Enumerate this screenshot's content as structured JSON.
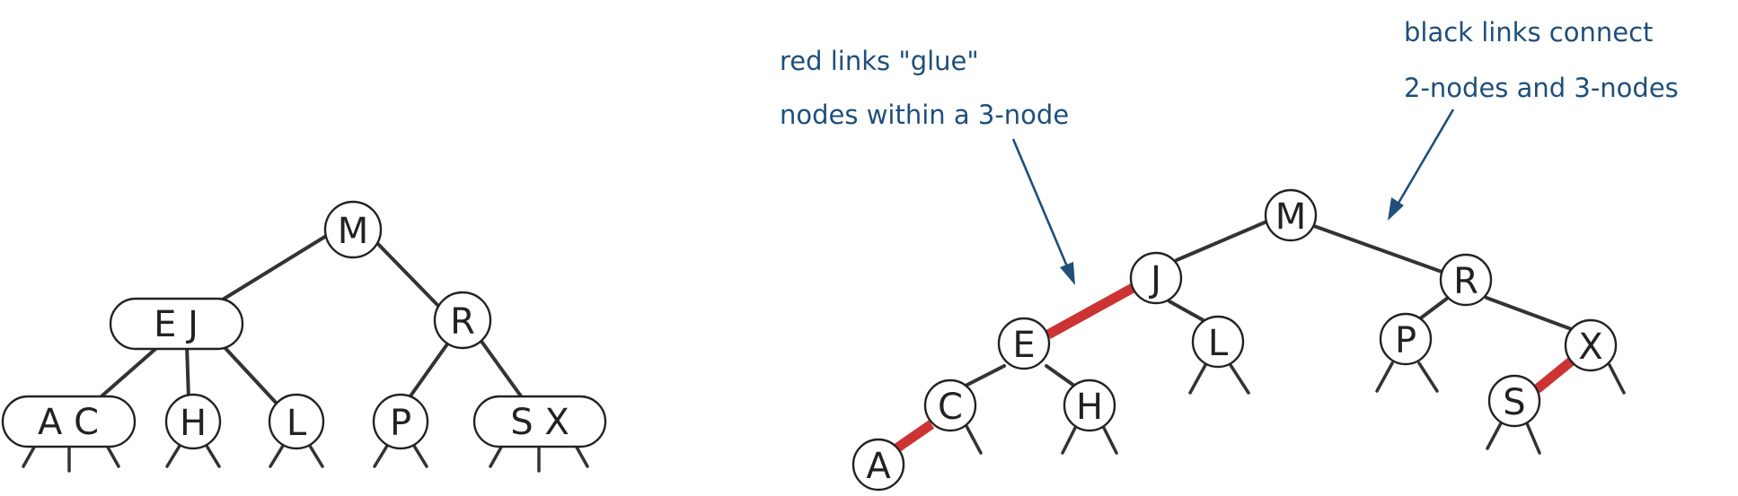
{
  "trees": {
    "two_three": {
      "nodes": [
        {
          "id": "M",
          "label": "M"
        },
        {
          "id": "EJ",
          "label": "E J"
        },
        {
          "id": "R",
          "label": "R"
        },
        {
          "id": "AC",
          "label": "A C"
        },
        {
          "id": "H",
          "label": "H"
        },
        {
          "id": "L",
          "label": "L"
        },
        {
          "id": "P",
          "label": "P"
        },
        {
          "id": "SX",
          "label": "S X"
        }
      ]
    },
    "red_black": {
      "nodes": [
        {
          "id": "M",
          "label": "M"
        },
        {
          "id": "J",
          "label": "J"
        },
        {
          "id": "R",
          "label": "R"
        },
        {
          "id": "E",
          "label": "E"
        },
        {
          "id": "L",
          "label": "L"
        },
        {
          "id": "P",
          "label": "P"
        },
        {
          "id": "X",
          "label": "X"
        },
        {
          "id": "C",
          "label": "C"
        },
        {
          "id": "H",
          "label": "H"
        },
        {
          "id": "S",
          "label": "S"
        },
        {
          "id": "A",
          "label": "A"
        }
      ],
      "red_links": [
        [
          "J",
          "E"
        ],
        [
          "C",
          "A"
        ],
        [
          "X",
          "S"
        ]
      ],
      "black_links": [
        [
          "M",
          "J"
        ],
        [
          "M",
          "R"
        ],
        [
          "J",
          "L"
        ],
        [
          "E",
          "C"
        ],
        [
          "E",
          "H"
        ],
        [
          "R",
          "P"
        ],
        [
          "R",
          "X"
        ]
      ]
    }
  },
  "annotations": {
    "red_links": {
      "line1": "red links \"glue\"",
      "line2": "nodes within a 3-node"
    },
    "black_links": {
      "line1": "black links connect",
      "line2": "2-nodes and 3-nodes"
    }
  },
  "colors": {
    "red_link": "#cc3333",
    "annotation": "#1f4f7a",
    "subtitle": "#f2c400"
  }
}
